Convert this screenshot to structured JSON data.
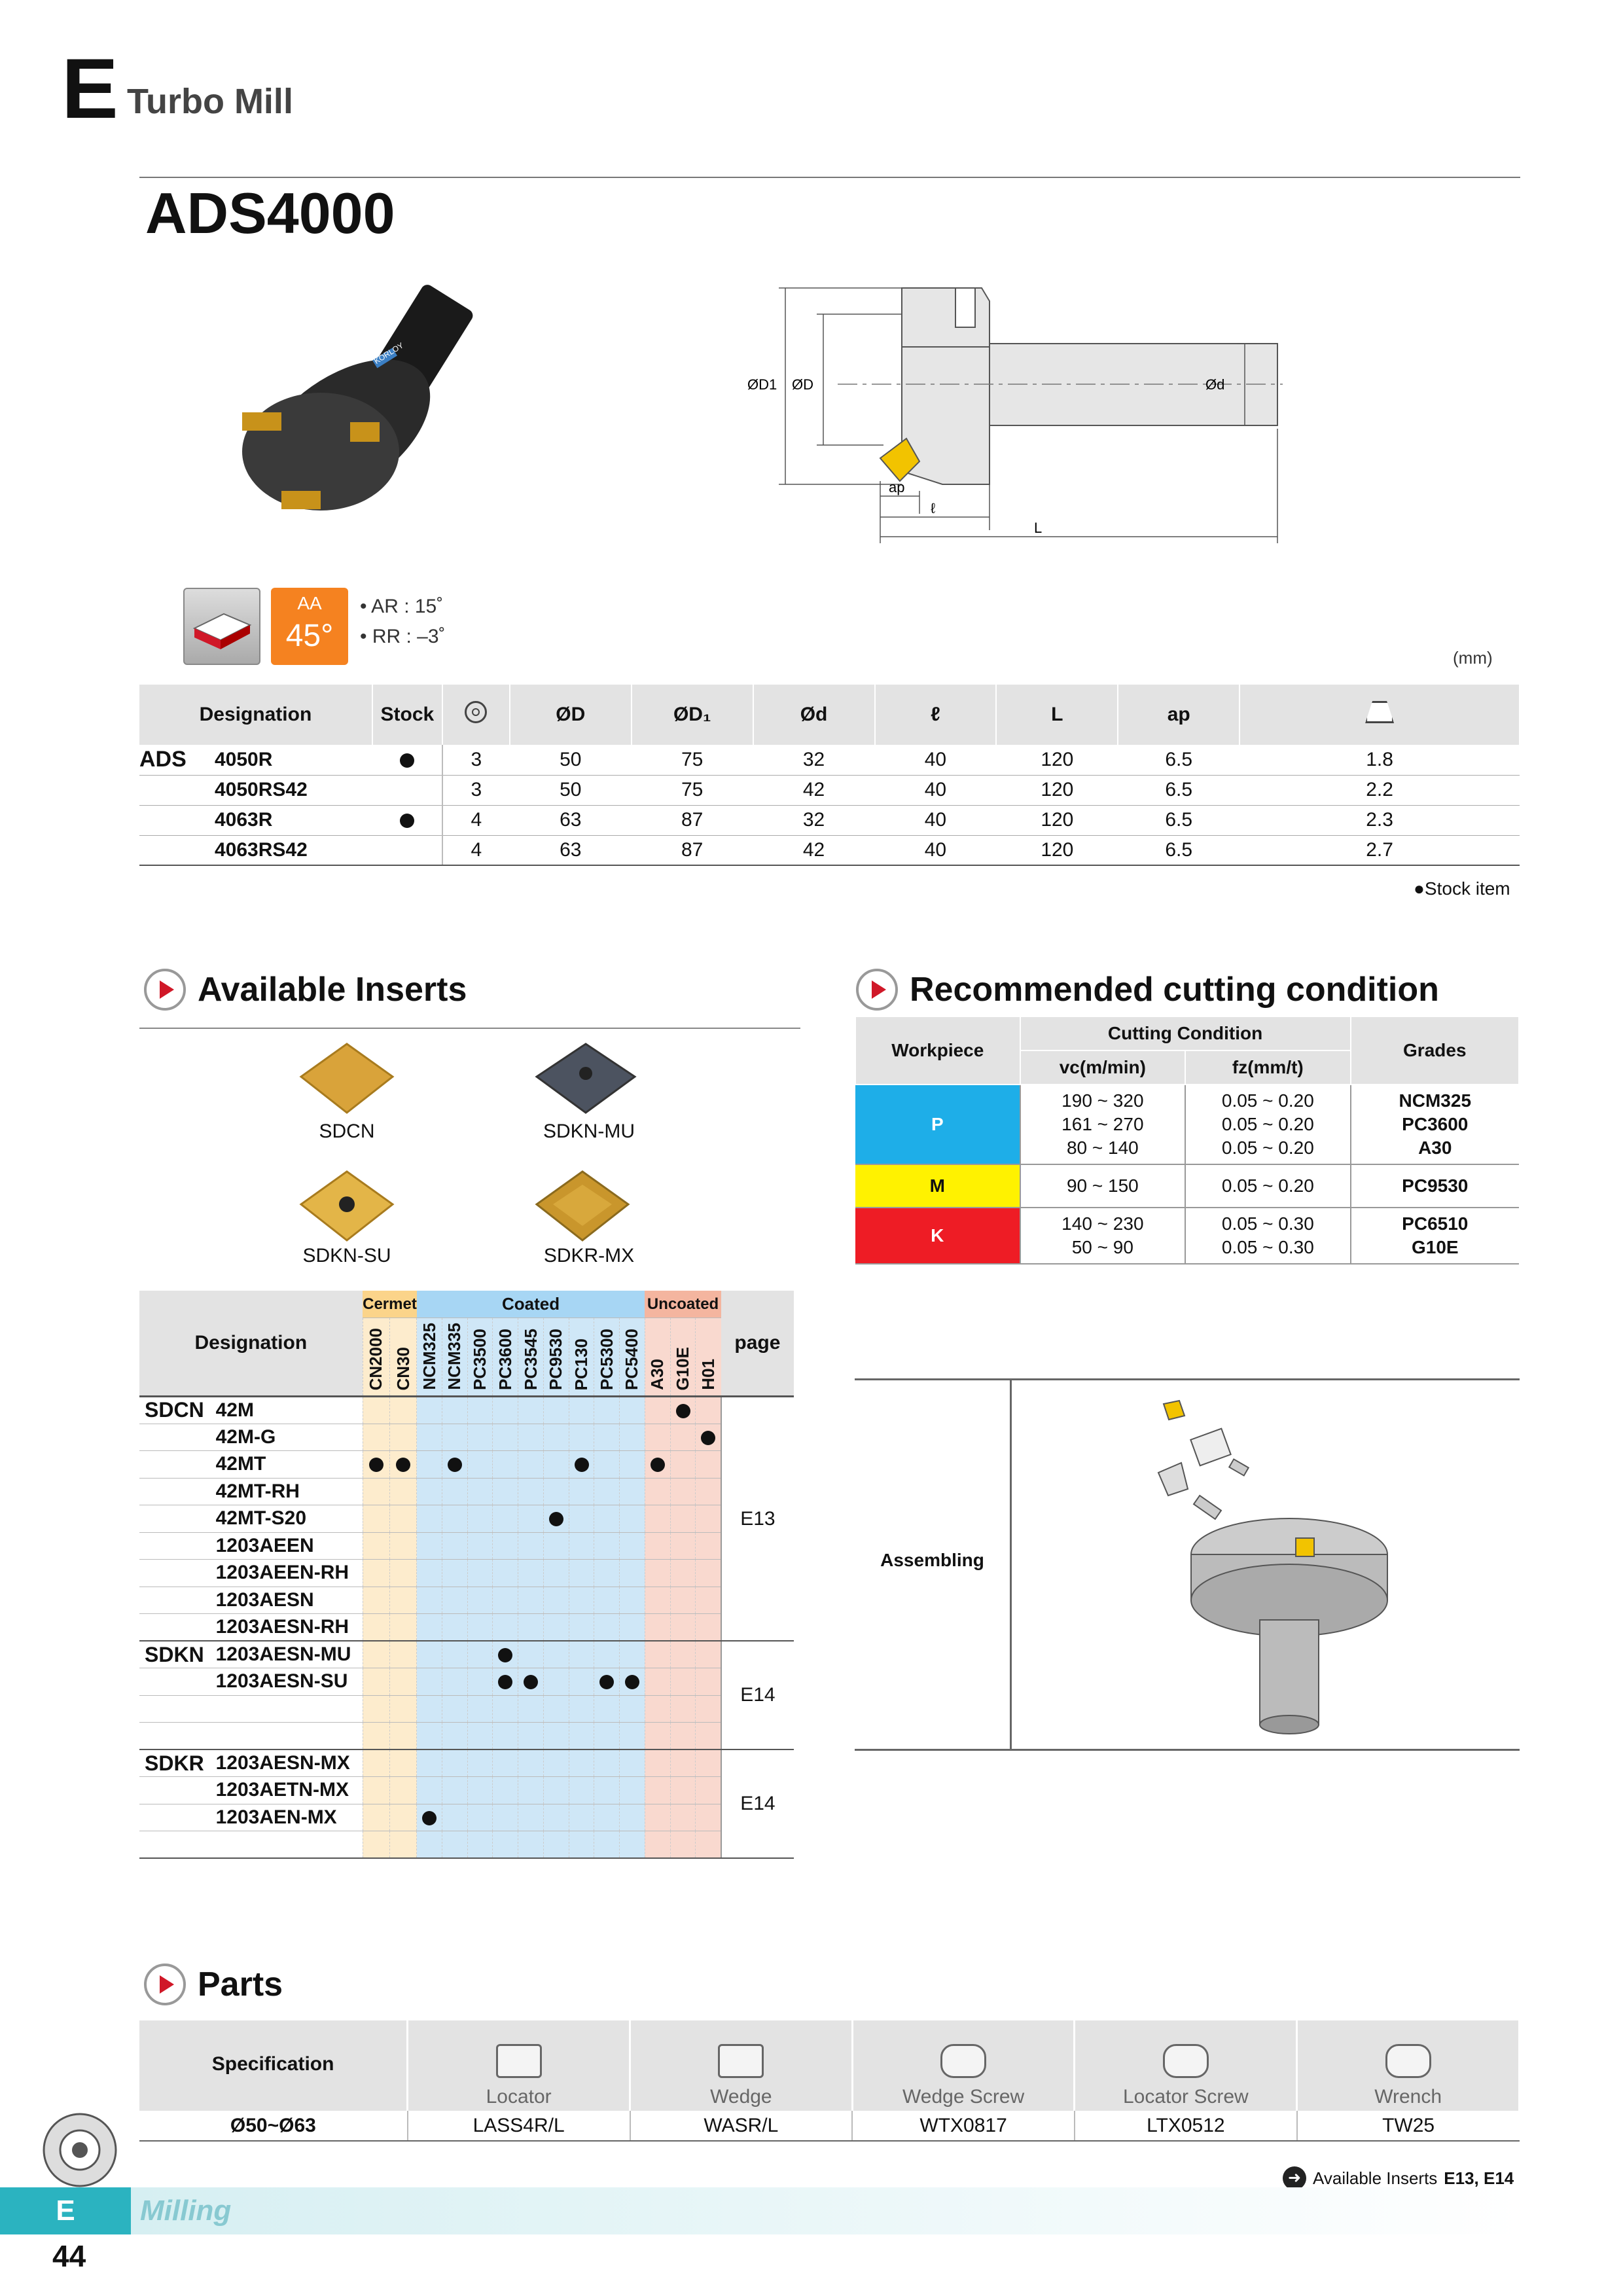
{
  "header": {
    "section_letter": "E",
    "section_title": "Turbo Mill",
    "product": "ADS4000"
  },
  "drawing": {
    "labels": {
      "d1": "ØD1",
      "d": "ØD",
      "shank": "Ød",
      "ap": "ap",
      "l": "ℓ",
      "L": "L"
    },
    "brand": "KORLOY"
  },
  "angles": {
    "badge_top": "AA",
    "badge_angle": "45°",
    "ar": "• AR : 15˚",
    "rr": "• RR : –3˚"
  },
  "spec": {
    "unit": "(mm)",
    "headers": [
      "Designation",
      "Stock",
      "",
      "ØD",
      "ØD₁",
      "Ød",
      "ℓ",
      "L",
      "ap",
      ""
    ],
    "series": "ADS",
    "rows": [
      {
        "code": "4050R",
        "stock": true,
        "z": "3",
        "D": "50",
        "D1": "75",
        "d": "32",
        "l": "40",
        "L": "120",
        "ap": "6.5",
        "kg": "1.8"
      },
      {
        "code": "4050RS42",
        "stock": false,
        "z": "3",
        "D": "50",
        "D1": "75",
        "d": "42",
        "l": "40",
        "L": "120",
        "ap": "6.5",
        "kg": "2.2"
      },
      {
        "code": "4063R",
        "stock": true,
        "z": "4",
        "D": "63",
        "D1": "87",
        "d": "32",
        "l": "40",
        "L": "120",
        "ap": "6.5",
        "kg": "2.3"
      },
      {
        "code": "4063RS42",
        "stock": false,
        "z": "4",
        "D": "63",
        "D1": "87",
        "d": "42",
        "l": "40",
        "L": "120",
        "ap": "6.5",
        "kg": "2.7"
      }
    ],
    "footnote": "●Stock item"
  },
  "inserts": {
    "title": "Available Inserts",
    "names": [
      "SDCN",
      "SDKN-MU",
      "SDKN-SU",
      "SDKR-MX"
    ]
  },
  "cutting": {
    "title": "Recommended cutting condition",
    "h_workpiece": "Workpiece",
    "h_condition": "Cutting Condition",
    "h_vc": "vc(m/min)",
    "h_fz": "fz(mm/t)",
    "h_grades": "Grades",
    "rows": [
      {
        "wp": "P",
        "color": "#1eaee8",
        "vc": [
          "190 ~ 320",
          "161 ~ 270",
          "80 ~ 140"
        ],
        "fz": [
          "0.05 ~ 0.20",
          "0.05 ~ 0.20",
          "0.05 ~ 0.20"
        ],
        "grades": [
          "NCM325",
          "PC3600",
          "A30"
        ]
      },
      {
        "wp": "M",
        "color": "#fff200",
        "vc": [
          "90 ~ 150"
        ],
        "fz": [
          "0.05 ~ 0.20"
        ],
        "grades": [
          "PC9530"
        ]
      },
      {
        "wp": "K",
        "color": "#ee1c25",
        "vc": [
          "140 ~ 230",
          "50 ~ 90"
        ],
        "fz": [
          "0.05 ~ 0.30",
          "0.05 ~ 0.30"
        ],
        "grades": [
          "PC6510",
          "G10E"
        ]
      }
    ],
    "assembling": "Assembling"
  },
  "grades": {
    "h_designation": "Designation",
    "h_page": "page",
    "groups": [
      {
        "label": "Cermet",
        "color": "#fdeccd",
        "span": 2
      },
      {
        "label": "Coated",
        "color": "#cfe7f7",
        "span": 9
      },
      {
        "label": "Uncoated",
        "color": "#f9d9cf",
        "span": 3
      }
    ],
    "cols": [
      "CN2000",
      "CN30",
      "NCM325",
      "NCM335",
      "PC3500",
      "PC3600",
      "PC3545",
      "PC9530",
      "PC130",
      "PC5300",
      "PC5400",
      "A30",
      "G10E",
      "H01"
    ],
    "rows": [
      {
        "series": "SDCN",
        "code": "42M",
        "dots": [
          12
        ],
        "page": ""
      },
      {
        "series": "",
        "code": "42M-G",
        "dots": [
          13
        ],
        "page": ""
      },
      {
        "series": "",
        "code": "42MT",
        "dots": [
          0,
          1,
          3,
          8,
          11
        ],
        "page": ""
      },
      {
        "series": "",
        "code": "42MT-RH",
        "dots": [],
        "page": ""
      },
      {
        "series": "",
        "code": "42MT-S20",
        "dots": [
          7
        ],
        "page": "E13"
      },
      {
        "series": "",
        "code": "1203AEEN",
        "dots": [],
        "page": ""
      },
      {
        "series": "",
        "code": "1203AEEN-RH",
        "dots": [],
        "page": ""
      },
      {
        "series": "",
        "code": "1203AESN",
        "dots": [],
        "page": ""
      },
      {
        "series": "",
        "code": "1203AESN-RH",
        "dots": [],
        "page": ""
      },
      {
        "series": "SDKN",
        "code": "1203AESN-MU",
        "dots": [
          5
        ],
        "page": ""
      },
      {
        "series": "",
        "code": "1203AESN-SU",
        "dots": [
          5,
          6,
          9,
          10
        ],
        "page": "E14"
      },
      {
        "series": "",
        "code": "",
        "dots": [],
        "page": ""
      },
      {
        "series": "",
        "code": "",
        "dots": [],
        "page": ""
      },
      {
        "series": "SDKR",
        "code": "1203AESN-MX",
        "dots": [],
        "page": ""
      },
      {
        "series": "",
        "code": "1203AETN-MX",
        "dots": [],
        "page": "E14"
      },
      {
        "series": "",
        "code": "1203AEN-MX",
        "dots": [
          2
        ],
        "page": ""
      },
      {
        "series": "",
        "code": "",
        "dots": [],
        "page": ""
      }
    ]
  },
  "parts": {
    "title": "Parts",
    "h_spec": "Specification",
    "items": [
      "Locator",
      "Wedge",
      "Wedge Screw",
      "Locator Screw",
      "Wrench"
    ],
    "row": {
      "spec": "Ø50~Ø63",
      "values": [
        "LASS4R/L",
        "WASR/L",
        "WTX0817",
        "LTX0512",
        "TW25"
      ]
    }
  },
  "footer": {
    "note": "Available Inserts",
    "pages": "E13, E14",
    "tab_letter": "E",
    "tab_label": "Milling",
    "page_number": "44"
  }
}
